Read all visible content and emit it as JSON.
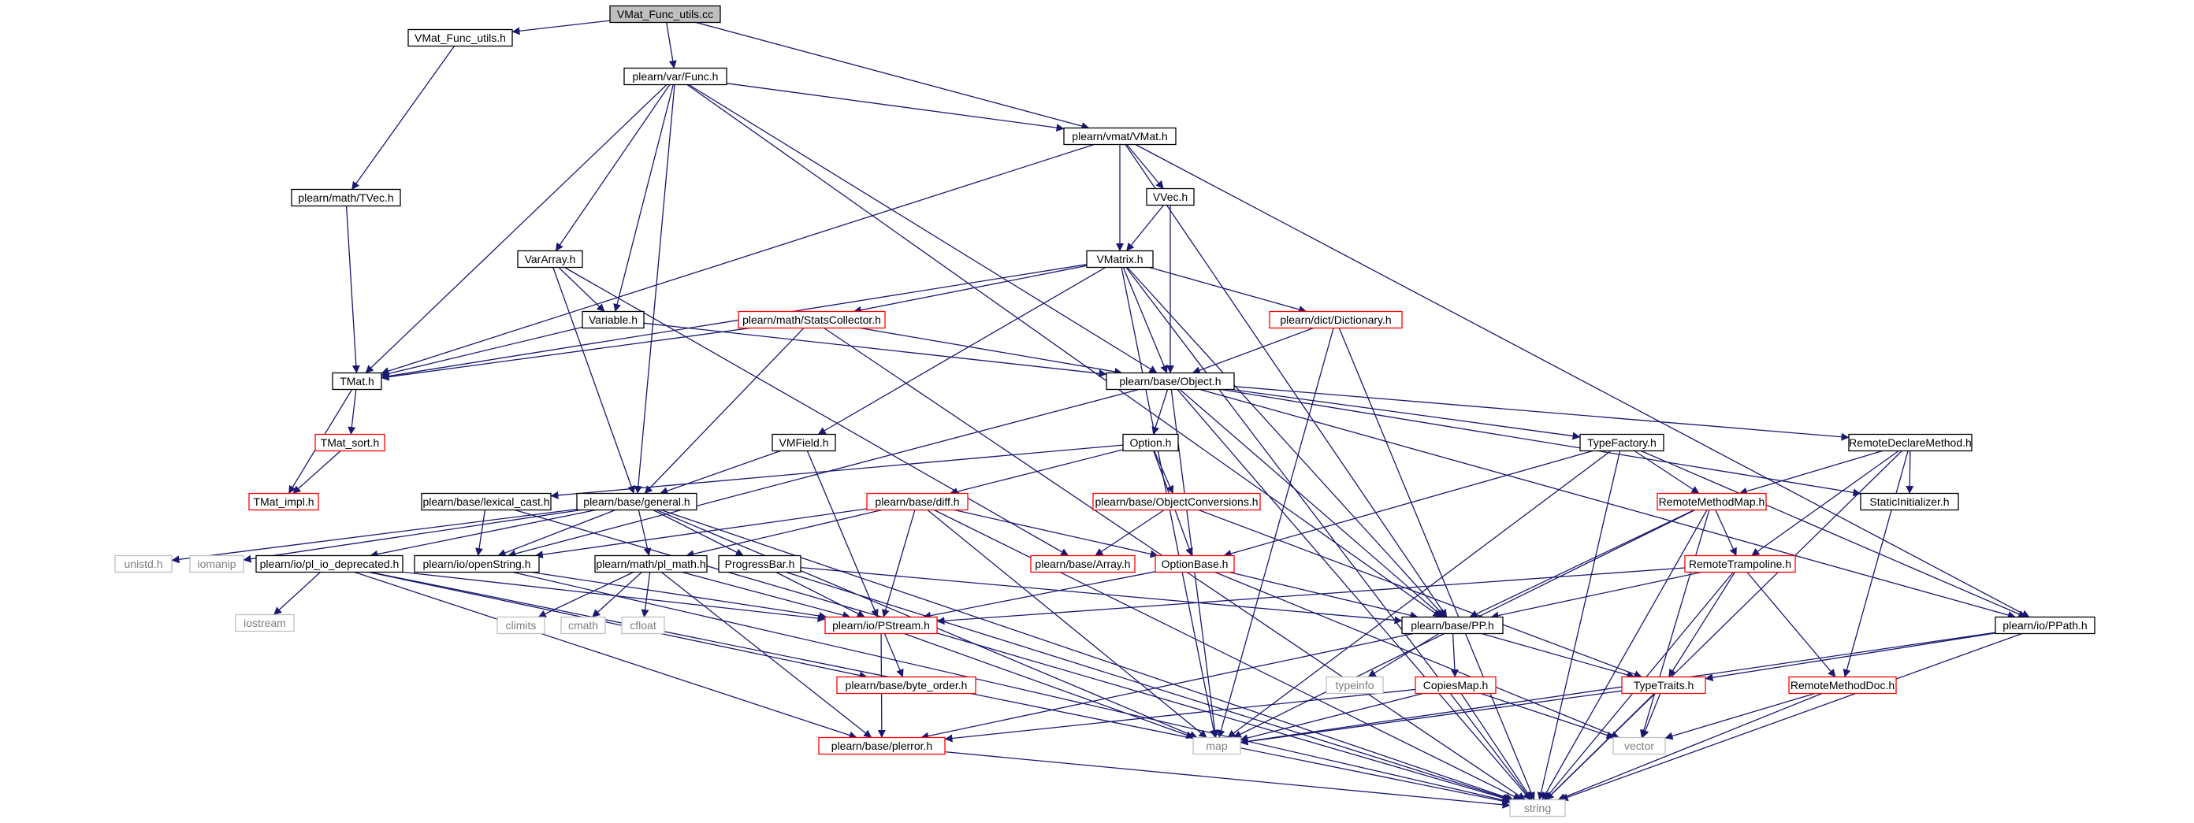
{
  "diagram": {
    "nodes": [
      {
        "id": "root",
        "label": "VMat_Func_utils.cc",
        "style": "root"
      },
      {
        "id": "vmfu_h",
        "label": "VMat_Func_utils.h",
        "style": "normal"
      },
      {
        "id": "func_h",
        "label": "plearn/var/Func.h",
        "style": "normal"
      },
      {
        "id": "vmat_h",
        "label": "plearn/vmat/VMat.h",
        "style": "normal"
      },
      {
        "id": "tvec_h",
        "label": "plearn/math/TVec.h",
        "style": "normal"
      },
      {
        "id": "vvec_h",
        "label": "VVec.h",
        "style": "normal"
      },
      {
        "id": "vmatrix_h",
        "label": "VMatrix.h",
        "style": "normal"
      },
      {
        "id": "vararray_h",
        "label": "VarArray.h",
        "style": "normal"
      },
      {
        "id": "variable_h",
        "label": "Variable.h",
        "style": "normal"
      },
      {
        "id": "statscoll_h",
        "label": "plearn/math/StatsCollector.h",
        "style": "truncated"
      },
      {
        "id": "dictionary_h",
        "label": "plearn/dict/Dictionary.h",
        "style": "truncated"
      },
      {
        "id": "tmat_h",
        "label": "TMat.h",
        "style": "normal"
      },
      {
        "id": "object_h",
        "label": "plearn/base/Object.h",
        "style": "normal"
      },
      {
        "id": "tmat_sort_h",
        "label": "TMat_sort.h",
        "style": "truncated"
      },
      {
        "id": "vmfield_h",
        "label": "VMField.h",
        "style": "normal"
      },
      {
        "id": "option_h",
        "label": "Option.h",
        "style": "normal"
      },
      {
        "id": "typefactory_h",
        "label": "TypeFactory.h",
        "style": "normal"
      },
      {
        "id": "remotedecl_h",
        "label": "RemoteDeclareMethod.h",
        "style": "normal"
      },
      {
        "id": "tmat_impl_h",
        "label": "TMat_impl.h",
        "style": "truncated"
      },
      {
        "id": "lexical_cast_h",
        "label": "plearn/base/lexical_cast.h",
        "style": "normal"
      },
      {
        "id": "general_h",
        "label": "plearn/base/general.h",
        "style": "normal"
      },
      {
        "id": "diff_h",
        "label": "plearn/base/diff.h",
        "style": "truncated"
      },
      {
        "id": "objconv_h",
        "label": "plearn/base/ObjectConversions.h",
        "style": "truncated"
      },
      {
        "id": "remotemethodmap_h",
        "label": "RemoteMethodMap.h",
        "style": "truncated"
      },
      {
        "id": "staticinit_h",
        "label": "StaticInitializer.h",
        "style": "normal"
      },
      {
        "id": "unistd_h",
        "label": "unistd.h",
        "style": "external"
      },
      {
        "id": "iomanip",
        "label": "iomanip",
        "style": "external"
      },
      {
        "id": "pl_io_dep_h",
        "label": "plearn/io/pl_io_deprecated.h",
        "style": "normal"
      },
      {
        "id": "openstring_h",
        "label": "plearn/io/openString.h",
        "style": "normal"
      },
      {
        "id": "pl_math_h",
        "label": "plearn/math/pl_math.h",
        "style": "normal"
      },
      {
        "id": "progressbar_h",
        "label": "ProgressBar.h",
        "style": "normal"
      },
      {
        "id": "array_h",
        "label": "plearn/base/Array.h",
        "style": "truncated"
      },
      {
        "id": "optionbase_h",
        "label": "OptionBase.h",
        "style": "truncated"
      },
      {
        "id": "remotetramp_h",
        "label": "RemoteTrampoline.h",
        "style": "truncated"
      },
      {
        "id": "iostream",
        "label": "iostream",
        "style": "external"
      },
      {
        "id": "climits",
        "label": "climits",
        "style": "external"
      },
      {
        "id": "cmath",
        "label": "cmath",
        "style": "external"
      },
      {
        "id": "cfloat",
        "label": "cfloat",
        "style": "external"
      },
      {
        "id": "pstream_h",
        "label": "plearn/io/PStream.h",
        "style": "truncated"
      },
      {
        "id": "pp_h",
        "label": "plearn/base/PP.h",
        "style": "normal"
      },
      {
        "id": "ppath_h",
        "label": "plearn/io/PPath.h",
        "style": "normal"
      },
      {
        "id": "byte_order_h",
        "label": "plearn/base/byte_order.h",
        "style": "truncated"
      },
      {
        "id": "typeinfo",
        "label": "typeinfo",
        "style": "external"
      },
      {
        "id": "copiesmap_h",
        "label": "CopiesMap.h",
        "style": "truncated"
      },
      {
        "id": "typetraits_h",
        "label": "TypeTraits.h",
        "style": "truncated"
      },
      {
        "id": "remotemethoddoc_h",
        "label": "RemoteMethodDoc.h",
        "style": "truncated"
      },
      {
        "id": "plerror_h",
        "label": "plearn/base/plerror.h",
        "style": "truncated"
      },
      {
        "id": "map",
        "label": "map",
        "style": "external"
      },
      {
        "id": "vector",
        "label": "vector",
        "style": "external"
      },
      {
        "id": "string",
        "label": "string",
        "style": "external"
      }
    ],
    "edges": [
      [
        "root",
        "vmfu_h"
      ],
      [
        "root",
        "func_h"
      ],
      [
        "root",
        "vmat_h"
      ],
      [
        "vmfu_h",
        "tvec_h"
      ],
      [
        "tvec_h",
        "tmat_h"
      ],
      [
        "func_h",
        "vmat_h"
      ],
      [
        "func_h",
        "tmat_h"
      ],
      [
        "func_h",
        "vararray_h"
      ],
      [
        "func_h",
        "variable_h"
      ],
      [
        "func_h",
        "general_h"
      ],
      [
        "func_h",
        "object_h"
      ],
      [
        "func_h",
        "pp_h"
      ],
      [
        "vmat_h",
        "vvec_h"
      ],
      [
        "vmat_h",
        "vmatrix_h"
      ],
      [
        "vmat_h",
        "tmat_h"
      ],
      [
        "vmat_h",
        "pp_h"
      ],
      [
        "vmat_h",
        "ppath_h"
      ],
      [
        "vvec_h",
        "vmatrix_h"
      ],
      [
        "vvec_h",
        "object_h"
      ],
      [
        "vmatrix_h",
        "tmat_h"
      ],
      [
        "vmatrix_h",
        "statscoll_h"
      ],
      [
        "vmatrix_h",
        "dictionary_h"
      ],
      [
        "vmatrix_h",
        "object_h"
      ],
      [
        "vmatrix_h",
        "vmfield_h"
      ],
      [
        "vmatrix_h",
        "pp_h"
      ],
      [
        "vmatrix_h",
        "map"
      ],
      [
        "vmatrix_h",
        "string"
      ],
      [
        "vararray_h",
        "variable_h"
      ],
      [
        "vararray_h",
        "general_h"
      ],
      [
        "vararray_h",
        "array_h"
      ],
      [
        "variable_h",
        "tmat_h"
      ],
      [
        "variable_h",
        "object_h"
      ],
      [
        "statscoll_h",
        "tmat_h"
      ],
      [
        "statscoll_h",
        "object_h"
      ],
      [
        "statscoll_h",
        "general_h"
      ],
      [
        "statscoll_h",
        "string"
      ],
      [
        "dictionary_h",
        "object_h"
      ],
      [
        "dictionary_h",
        "map"
      ],
      [
        "dictionary_h",
        "string"
      ],
      [
        "tmat_h",
        "tmat_sort_h"
      ],
      [
        "tmat_h",
        "tmat_impl_h"
      ],
      [
        "tmat_sort_h",
        "tmat_impl_h"
      ],
      [
        "object_h",
        "option_h"
      ],
      [
        "object_h",
        "typefactory_h"
      ],
      [
        "object_h",
        "remotedecl_h"
      ],
      [
        "object_h",
        "staticinit_h"
      ],
      [
        "object_h",
        "pp_h"
      ],
      [
        "object_h",
        "ppath_h"
      ],
      [
        "object_h",
        "map"
      ],
      [
        "object_h",
        "openstring_h"
      ],
      [
        "object_h",
        "string"
      ],
      [
        "vmfield_h",
        "general_h"
      ],
      [
        "vmfield_h",
        "pstream_h"
      ],
      [
        "option_h",
        "diff_h"
      ],
      [
        "option_h",
        "objconv_h"
      ],
      [
        "option_h",
        "optionbase_h"
      ],
      [
        "option_h",
        "lexical_cast_h"
      ],
      [
        "typefactory_h",
        "remotemethodmap_h"
      ],
      [
        "typefactory_h",
        "optionbase_h"
      ],
      [
        "typefactory_h",
        "ppath_h"
      ],
      [
        "typefactory_h",
        "map"
      ],
      [
        "typefactory_h",
        "string"
      ],
      [
        "remotedecl_h",
        "remotemethodmap_h"
      ],
      [
        "remotedecl_h",
        "staticinit_h"
      ],
      [
        "remotedecl_h",
        "remotetramp_h"
      ],
      [
        "remotedecl_h",
        "remotemethoddoc_h"
      ],
      [
        "remotedecl_h",
        "string"
      ],
      [
        "lexical_cast_h",
        "openstring_h"
      ],
      [
        "lexical_cast_h",
        "string"
      ],
      [
        "general_h",
        "unistd_h"
      ],
      [
        "general_h",
        "iomanip"
      ],
      [
        "general_h",
        "pl_io_dep_h"
      ],
      [
        "general_h",
        "openstring_h"
      ],
      [
        "general_h",
        "pl_math_h"
      ],
      [
        "general_h",
        "progressbar_h"
      ],
      [
        "general_h",
        "map"
      ],
      [
        "general_h",
        "string"
      ],
      [
        "diff_h",
        "openstring_h"
      ],
      [
        "diff_h",
        "pl_math_h"
      ],
      [
        "diff_h",
        "optionbase_h"
      ],
      [
        "diff_h",
        "pstream_h"
      ],
      [
        "diff_h",
        "map"
      ],
      [
        "diff_h",
        "string"
      ],
      [
        "objconv_h",
        "array_h"
      ],
      [
        "objconv_h",
        "typetraits_h"
      ],
      [
        "remotemethodmap_h",
        "remotetramp_h"
      ],
      [
        "remotemethodmap_h",
        "pp_h"
      ],
      [
        "remotemethodmap_h",
        "map"
      ],
      [
        "remotemethodmap_h",
        "vector"
      ],
      [
        "remotemethodmap_h",
        "string"
      ],
      [
        "pl_io_dep_h",
        "iostream"
      ],
      [
        "pl_io_dep_h",
        "pstream_h"
      ],
      [
        "pl_io_dep_h",
        "byte_order_h"
      ],
      [
        "pl_io_dep_h",
        "plerror_h"
      ],
      [
        "pl_io_dep_h",
        "string"
      ],
      [
        "openstring_h",
        "pstream_h"
      ],
      [
        "openstring_h",
        "string"
      ],
      [
        "pl_math_h",
        "climits"
      ],
      [
        "pl_math_h",
        "cmath"
      ],
      [
        "pl_math_h",
        "cfloat"
      ],
      [
        "pl_math_h",
        "pstream_h"
      ],
      [
        "pl_math_h",
        "plerror_h"
      ],
      [
        "progressbar_h",
        "pstream_h"
      ],
      [
        "progressbar_h",
        "pp_h"
      ],
      [
        "progressbar_h",
        "string"
      ],
      [
        "optionbase_h",
        "pstream_h"
      ],
      [
        "optionbase_h",
        "pp_h"
      ],
      [
        "optionbase_h",
        "vector"
      ],
      [
        "remotetramp_h",
        "pstream_h"
      ],
      [
        "remotetramp_h",
        "pp_h"
      ],
      [
        "remotetramp_h",
        "typetraits_h"
      ],
      [
        "remotetramp_h",
        "remotemethoddoc_h"
      ],
      [
        "remotetramp_h",
        "string"
      ],
      [
        "pstream_h",
        "byte_order_h"
      ],
      [
        "pstream_h",
        "plerror_h"
      ],
      [
        "pstream_h",
        "map"
      ],
      [
        "pp_h",
        "typeinfo"
      ],
      [
        "pp_h",
        "copiesmap_h"
      ],
      [
        "pp_h",
        "typetraits_h"
      ],
      [
        "pp_h",
        "plerror_h"
      ],
      [
        "ppath_h",
        "typetraits_h"
      ],
      [
        "ppath_h",
        "map"
      ],
      [
        "ppath_h",
        "string"
      ],
      [
        "copiesmap_h",
        "map"
      ],
      [
        "copiesmap_h",
        "vector"
      ],
      [
        "copiesmap_h",
        "plerror_h"
      ],
      [
        "copiesmap_h",
        "string"
      ],
      [
        "typetraits_h",
        "map"
      ],
      [
        "typetraits_h",
        "vector"
      ],
      [
        "typetraits_h",
        "string"
      ],
      [
        "remotemethoddoc_h",
        "vector"
      ],
      [
        "remotemethoddoc_h",
        "string"
      ],
      [
        "plerror_h",
        "string"
      ]
    ]
  }
}
